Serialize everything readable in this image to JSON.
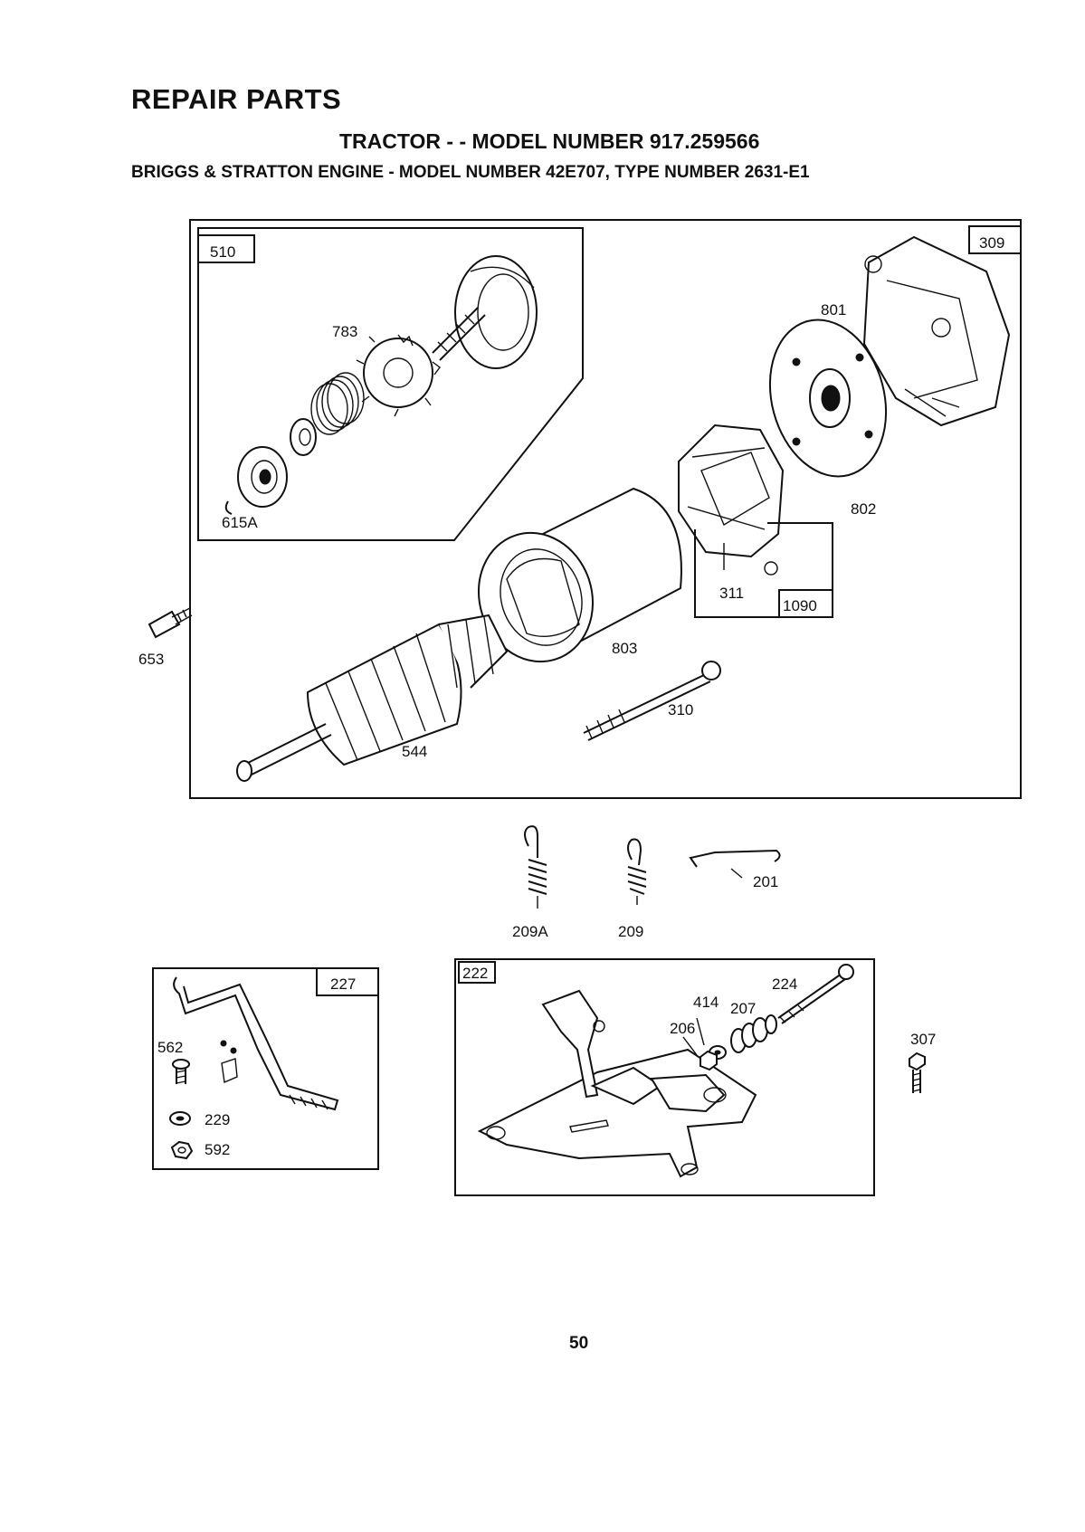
{
  "header": {
    "title": "REPAIR PARTS",
    "subtitle": "TRACTOR - - MODEL NUMBER 917.259566",
    "engine_line": "BRIGGS & STRATTON ENGINE - MODEL NUMBER 42E707, TYPE NUMBER 2631-E1"
  },
  "callouts": {
    "c510": "510",
    "c309": "309",
    "c783": "783",
    "c801": "801",
    "c802": "802",
    "c615A": "615A",
    "c311": "311",
    "c1090": "1090",
    "c653": "653",
    "c803": "803",
    "c310": "310",
    "c544": "544",
    "c201": "201",
    "c209A": "209A",
    "c209": "209",
    "c227": "227",
    "c562": "562",
    "c229": "229",
    "c592": "592",
    "c222": "222",
    "c224": "224",
    "c414": "414",
    "c207": "207",
    "c206": "206",
    "c307": "307"
  },
  "footer": {
    "page_number": "50"
  }
}
